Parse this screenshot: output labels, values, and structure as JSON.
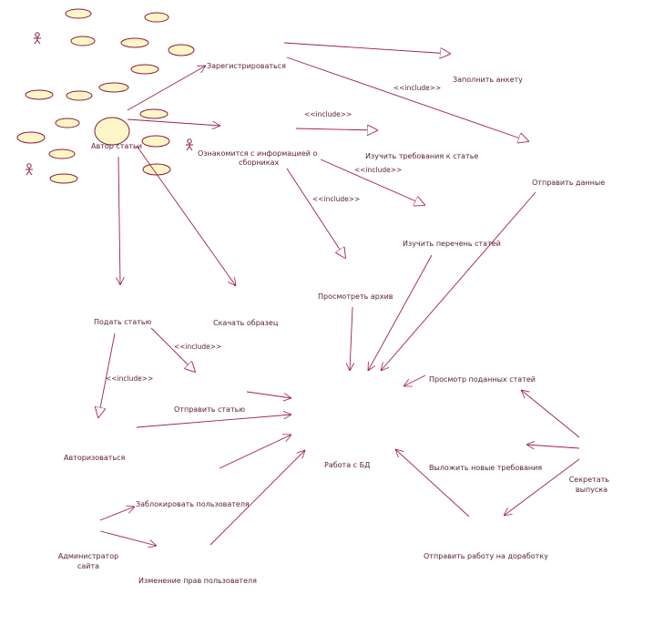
{
  "use_cases": {
    "register": "Зарегистрироваться",
    "fill_form": "Заполнить анкету",
    "view_info": "Ознакомится с информацией о сборниках",
    "view_info_l1": "Ознакомится с информацией о",
    "view_info_l2": "сборниках",
    "study_reqs": "Изучить требования к статье",
    "send_data": "Отправить данные",
    "study_list": "Изучить перечень статей",
    "view_archive": "Просмотреть архив",
    "submit": "Подать статью",
    "download": "Скачать образец",
    "authorize": "Авторизоваться",
    "send_article": "Отправить статью",
    "db": "Работа с БД",
    "view_submitted": "Просмотр поданных статей",
    "post_reqs": "Выложить новые требования",
    "block_user": "Заблокировать пользователя",
    "change_rights": "Изменение прав пользователя",
    "send_back": "Отправить работу на доработку"
  },
  "actors": {
    "author": "Автор статьи",
    "admin_l1": "Администратор",
    "admin_l2": "сайта",
    "secretary_l1": "Секретать",
    "secretary_l2": "выпуска"
  },
  "stereotypes": {
    "include": "<<include>>"
  }
}
